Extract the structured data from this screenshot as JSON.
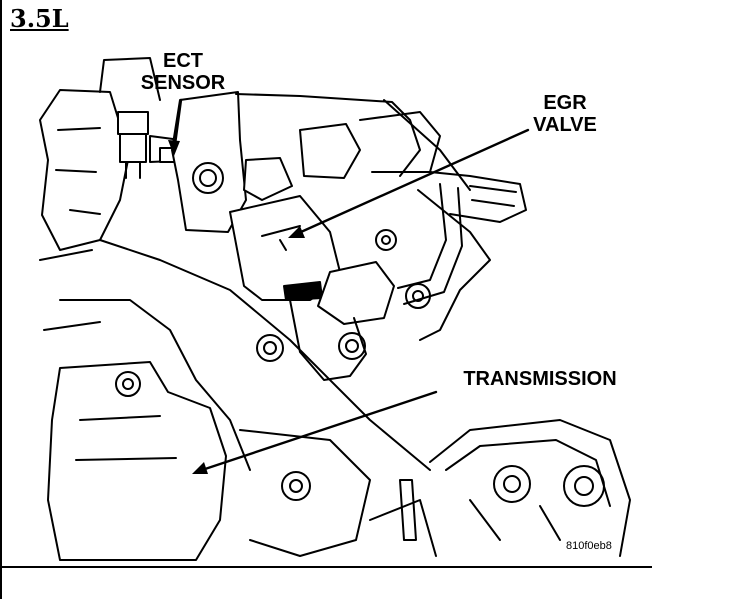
{
  "engine_label": "3.5L",
  "callouts": {
    "ect_sensor": [
      "ECT",
      "SENSOR"
    ],
    "egr_valve": [
      "EGR",
      "VALVE"
    ],
    "transmission": "TRANSMISSION"
  },
  "figure_id": "810f0eb8",
  "colors": {
    "ink": "#000000",
    "paper": "#ffffff"
  }
}
